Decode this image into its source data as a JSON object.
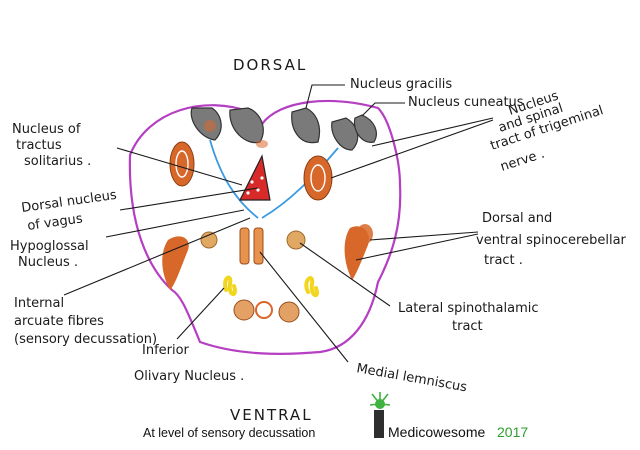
{
  "orientation": {
    "dorsal": "DORSAL",
    "ventral": "VENTRAL"
  },
  "labels": {
    "nucleus_gracilis": "Nucleus gracilis",
    "nucleus_cuneatus": "Nucleus cuneatus",
    "trigeminal": [
      "Nucleus",
      "and spinal",
      "tract of trigeminal",
      "nerve ."
    ],
    "tractus_solitarius": [
      "Nucleus of",
      "tractus",
      "solitarius ."
    ],
    "vagus": [
      "Dorsal nucleus",
      "of vagus"
    ],
    "hypoglossal": [
      "Hypoglossal",
      "Nucleus ."
    ],
    "spinocerebellar": [
      "Dorsal and",
      "ventral spinocerebellar",
      "tract ."
    ],
    "internal_arcuate": [
      "Internal",
      "arcuate fibres",
      "(sensory decussation)"
    ],
    "lateral_spinothalamic": [
      "Lateral spinothalamic",
      "tract"
    ],
    "inferior_olivary": [
      "Inferior",
      "Olivary Nucleus ."
    ],
    "medial_lemniscus": "Medial lemniscus"
  },
  "caption": "At level of sensory decussation",
  "brand": {
    "name": "Medicowesome",
    "year": "2017"
  },
  "colors": {
    "outline": "#b53fc2",
    "gray_nuclei": "#7a7a7a",
    "orange": "#d8682a",
    "red": "#d92a2a",
    "yellow": "#f2d51d",
    "blue": "#3a9be0",
    "tan": "#e0a862"
  }
}
